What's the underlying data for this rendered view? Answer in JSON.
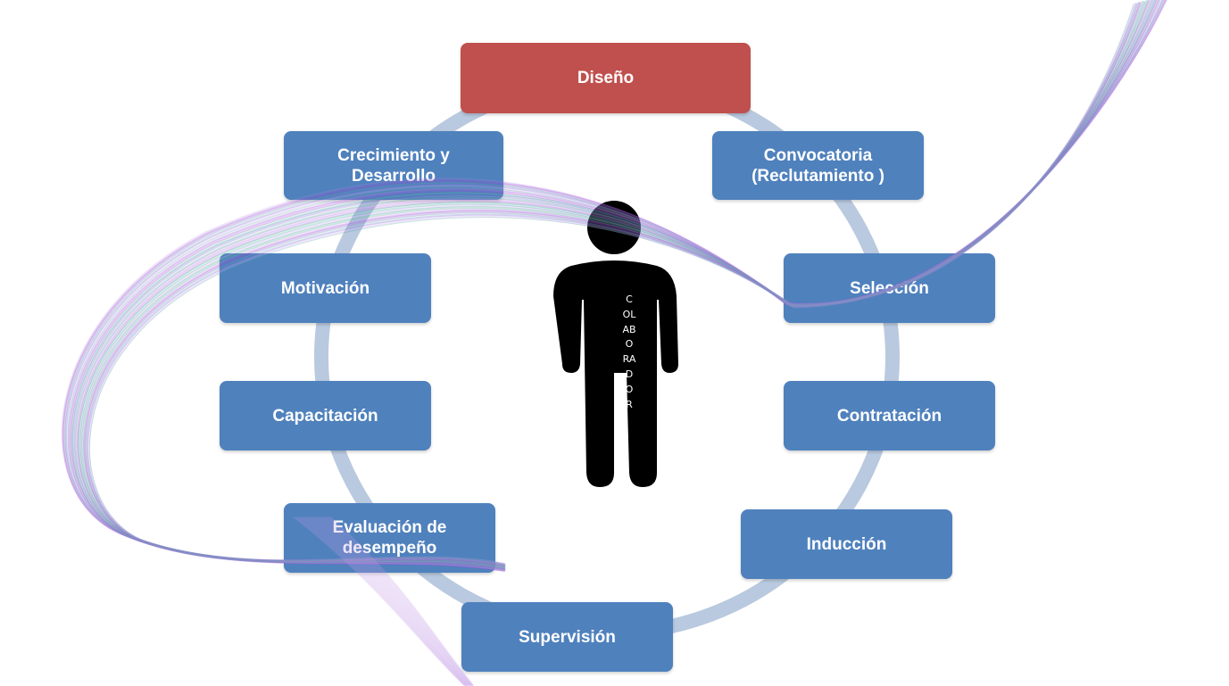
{
  "diagram": {
    "center_label": "COLABORADOR",
    "stages": [
      {
        "id": "diseno",
        "label": "Diseño",
        "color": "#c0504d"
      },
      {
        "id": "convocatoria",
        "label": "Convocatoria\n(Reclutamiento )",
        "color": "#4f81bd"
      },
      {
        "id": "seleccion",
        "label": "Selección",
        "color": "#4f81bd"
      },
      {
        "id": "contratacion",
        "label": "Contratación",
        "color": "#4f81bd"
      },
      {
        "id": "induccion",
        "label": "Inducción",
        "color": "#4f81bd"
      },
      {
        "id": "supervision",
        "label": "Supervisión",
        "color": "#4f81bd"
      },
      {
        "id": "evaluacion",
        "label": "Evaluación de\ndesempeño",
        "color": "#4f81bd"
      },
      {
        "id": "capacitacion",
        "label": "Capacitación",
        "color": "#4f81bd"
      },
      {
        "id": "motivacion",
        "label": "Motivación",
        "color": "#4f81bd"
      },
      {
        "id": "crecimiento",
        "label": "Crecimiento y\nDesarrollo",
        "color": "#4f81bd"
      }
    ],
    "colors": {
      "ring": "#b9c9df",
      "person": "#000000",
      "ribbon_purple": "#a259d9",
      "ribbon_green": "#4fc99a"
    }
  }
}
